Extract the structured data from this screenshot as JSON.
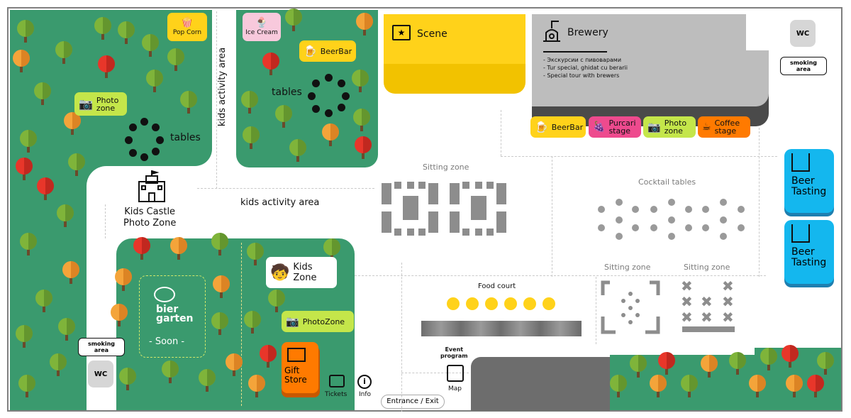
{
  "zones": {
    "popcorn": "Pop Corn",
    "icecream": "Ice Cream",
    "beerbar": "BeerBar",
    "photo_zone": "Photo\nzone",
    "tables": "tables",
    "kids_activity": "kids activity area",
    "kids_castle": "Kids Castle\nPhoto Zone",
    "scene": "Scene",
    "brewery": "Brewery",
    "brewery_notes": [
      "- Экскурсии с пивоварами",
      "- Tur special, ghidat cu berarii",
      "- Special tour with brewers"
    ],
    "purcari": "Purcari\nstage",
    "coffee": "Coffee\nstage",
    "sitting_zone": "Sitting zone",
    "cocktail_tables": "Cocktail tables",
    "beer_tasting": "Beer\nTasting",
    "kids_zone": "Kids\nZone",
    "photozone": "PhotoZone",
    "biergarten_logo": "bier\ngarten",
    "soon": "- Soon -",
    "food_court": "Food court",
    "gift_store": "Gift\nStore",
    "tickets": "Tickets",
    "info": "Info",
    "entrance": "Entrance / Exit",
    "event_program": "Event\nprogram",
    "map": "Map",
    "smoking_area": "smoking\narea",
    "wc": "WC"
  },
  "colors": {
    "green": "#3a9a6e",
    "yellow": "#ffd21a",
    "lime": "#c4e64a",
    "pink": "#ee4a8e",
    "orange": "#ff7a00",
    "blue": "#14b7ee",
    "brewery_gray": "#bdbdbd"
  }
}
